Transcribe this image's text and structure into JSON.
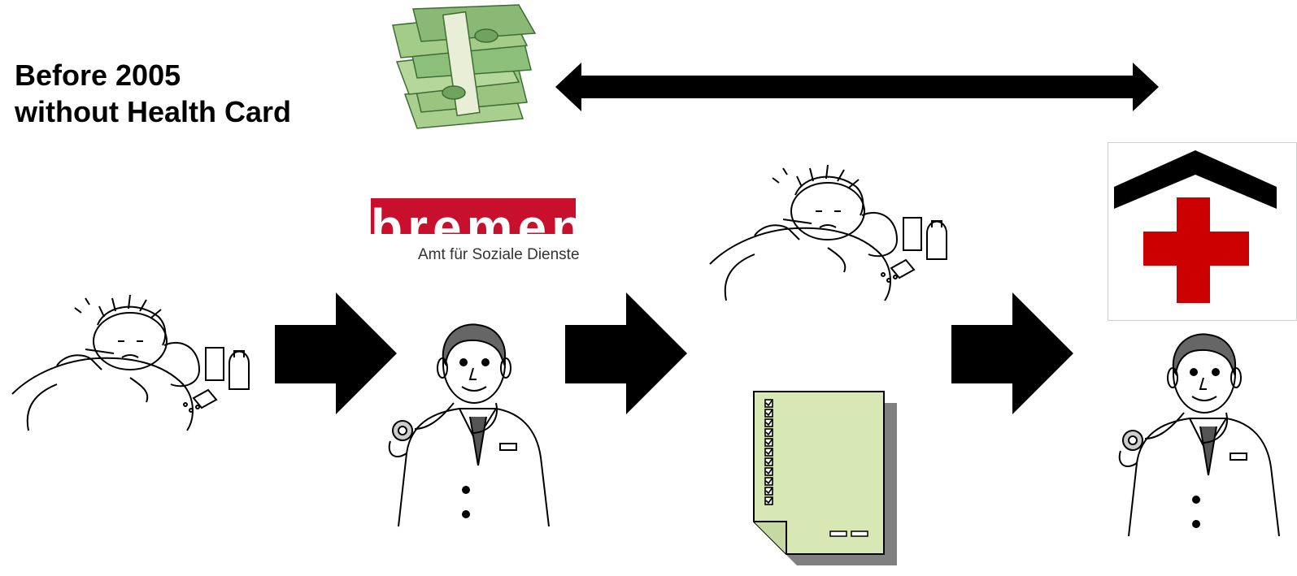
{
  "heading": {
    "line1": "Before 2005",
    "line2": "without Health Card"
  },
  "logo": {
    "wordmark": "bremen",
    "subtitle": "Amt für Soziale Dienste",
    "color": "#c8102e"
  },
  "icons": {
    "money": "money-stack-icon",
    "sick_person": "sick-person-in-bed-icon",
    "doctor": "doctor-with-stethoscope-icon",
    "checklist": "checklist-document-icon",
    "hospital": "hospital-red-cross-icon",
    "arrow": "right-arrow-icon",
    "double_arrow": "double-headed-arrow-icon"
  },
  "colors": {
    "cross": "#cc0000",
    "document": "#d7e8b4",
    "money": "#8cc07a"
  }
}
